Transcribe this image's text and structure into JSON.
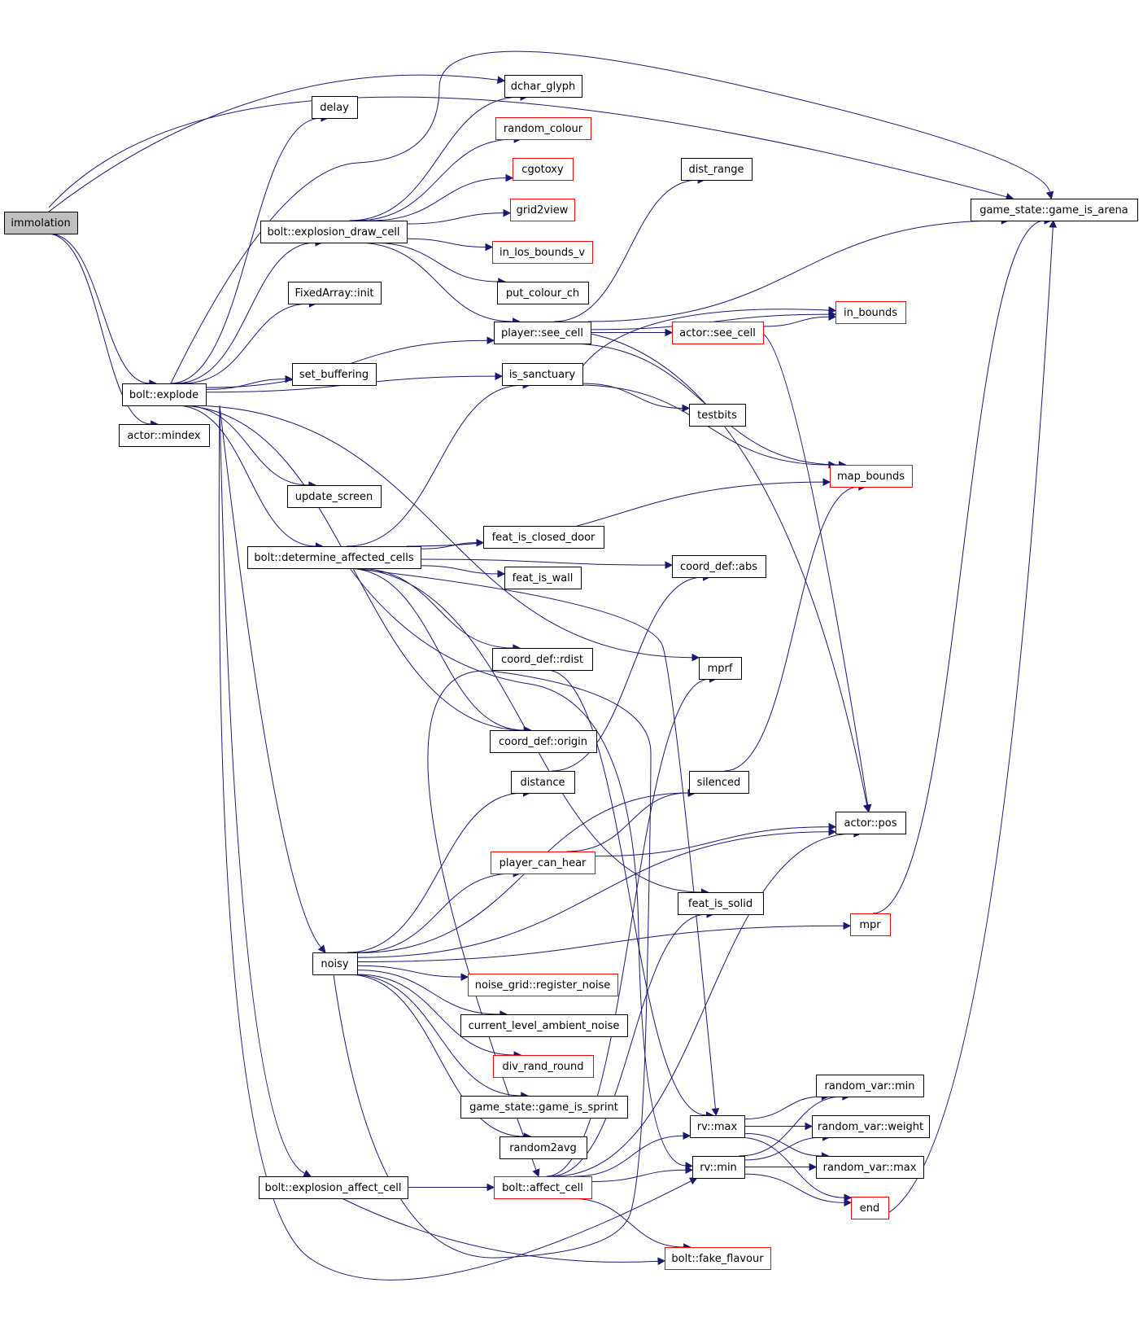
{
  "nodes": [
    {
      "id": "immolation",
      "label": "immolation",
      "style": "root"
    },
    {
      "id": "dchar_glyph",
      "label": "dchar_glyph",
      "style": "plain"
    },
    {
      "id": "delay",
      "label": "delay",
      "style": "plain"
    },
    {
      "id": "random_colour",
      "label": "random_colour",
      "style": "link"
    },
    {
      "id": "cgotoxy",
      "label": "cgotoxy",
      "style": "link"
    },
    {
      "id": "dist_range",
      "label": "dist_range",
      "style": "plain"
    },
    {
      "id": "grid2view",
      "label": "grid2view",
      "style": "link"
    },
    {
      "id": "game_is_arena",
      "label": "game_state::game_is_arena",
      "style": "plain"
    },
    {
      "id": "explosion_draw_cell",
      "label": "bolt::explosion_draw_cell",
      "style": "plain"
    },
    {
      "id": "in_los_bounds_v",
      "label": "in_los_bounds_v",
      "style": "link"
    },
    {
      "id": "put_colour_ch",
      "label": "put_colour_ch",
      "style": "plain"
    },
    {
      "id": "fixedarray_init",
      "label": "FixedArray::init",
      "style": "plain"
    },
    {
      "id": "in_bounds",
      "label": "in_bounds",
      "style": "link"
    },
    {
      "id": "player_see_cell",
      "label": "player::see_cell",
      "style": "plain"
    },
    {
      "id": "actor_see_cell",
      "label": "actor::see_cell",
      "style": "link"
    },
    {
      "id": "set_buffering",
      "label": "set_buffering",
      "style": "plain"
    },
    {
      "id": "is_sanctuary",
      "label": "is_sanctuary",
      "style": "plain"
    },
    {
      "id": "bolt_explode",
      "label": "bolt::explode",
      "style": "plain"
    },
    {
      "id": "testbits",
      "label": "testbits",
      "style": "plain"
    },
    {
      "id": "actor_mindex",
      "label": "actor::mindex",
      "style": "plain"
    },
    {
      "id": "map_bounds",
      "label": "map_bounds",
      "style": "link"
    },
    {
      "id": "update_screen",
      "label": "update_screen",
      "style": "plain"
    },
    {
      "id": "feat_is_closed_door",
      "label": "feat_is_closed_door",
      "style": "plain"
    },
    {
      "id": "determine_affected_cells",
      "label": "bolt::determine_affected_cells",
      "style": "plain"
    },
    {
      "id": "coord_abs",
      "label": "coord_def::abs",
      "style": "plain"
    },
    {
      "id": "feat_is_wall",
      "label": "feat_is_wall",
      "style": "plain"
    },
    {
      "id": "coord_rdist",
      "label": "coord_def::rdist",
      "style": "plain"
    },
    {
      "id": "mprf",
      "label": "mprf",
      "style": "plain"
    },
    {
      "id": "coord_origin",
      "label": "coord_def::origin",
      "style": "plain"
    },
    {
      "id": "distance",
      "label": "distance",
      "style": "plain"
    },
    {
      "id": "silenced",
      "label": "silenced",
      "style": "plain"
    },
    {
      "id": "actor_pos",
      "label": "actor::pos",
      "style": "plain"
    },
    {
      "id": "player_can_hear",
      "label": "player_can_hear",
      "style": "link"
    },
    {
      "id": "feat_is_solid",
      "label": "feat_is_solid",
      "style": "plain"
    },
    {
      "id": "mpr",
      "label": "mpr",
      "style": "link"
    },
    {
      "id": "noisy",
      "label": "noisy",
      "style": "plain"
    },
    {
      "id": "register_noise",
      "label": "noise_grid::register_noise",
      "style": "link"
    },
    {
      "id": "ambient_noise",
      "label": "current_level_ambient_noise",
      "style": "plain"
    },
    {
      "id": "div_rand_round",
      "label": "div_rand_round",
      "style": "link"
    },
    {
      "id": "game_is_sprint",
      "label": "game_state::game_is_sprint",
      "style": "plain"
    },
    {
      "id": "random2avg",
      "label": "random2avg",
      "style": "plain"
    },
    {
      "id": "rv_var_min",
      "label": "random_var::min",
      "style": "plain"
    },
    {
      "id": "rv_max",
      "label": "rv::max",
      "style": "plain"
    },
    {
      "id": "rv_var_weight",
      "label": "random_var::weight",
      "style": "plain"
    },
    {
      "id": "rv_min",
      "label": "rv::min",
      "style": "plain"
    },
    {
      "id": "rv_var_max",
      "label": "random_var::max",
      "style": "plain"
    },
    {
      "id": "explosion_affect_cell",
      "label": "bolt::explosion_affect_cell",
      "style": "plain"
    },
    {
      "id": "bolt_affect_cell",
      "label": "bolt::affect_cell",
      "style": "link"
    },
    {
      "id": "end",
      "label": "end",
      "style": "link"
    },
    {
      "id": "fake_flavour",
      "label": "bolt::fake_flavour",
      "style": "link"
    }
  ],
  "edges": [
    [
      "immolation",
      "dchar_glyph"
    ],
    [
      "immolation",
      "game_is_arena"
    ],
    [
      "immolation",
      "bolt_explode"
    ],
    [
      "immolation",
      "actor_mindex"
    ],
    [
      "bolt_explode",
      "delay"
    ],
    [
      "bolt_explode",
      "game_is_arena"
    ],
    [
      "bolt_explode",
      "explosion_draw_cell"
    ],
    [
      "bolt_explode",
      "fixedarray_init"
    ],
    [
      "bolt_explode",
      "player_see_cell"
    ],
    [
      "bolt_explode",
      "set_buffering"
    ],
    [
      "bolt_explode",
      "is_sanctuary"
    ],
    [
      "bolt_explode",
      "mprf"
    ],
    [
      "bolt_explode",
      "update_screen"
    ],
    [
      "bolt_explode",
      "determine_affected_cells"
    ],
    [
      "bolt_explode",
      "coord_origin"
    ],
    [
      "bolt_explode",
      "noisy"
    ],
    [
      "bolt_explode",
      "explosion_affect_cell"
    ],
    [
      "bolt_explode",
      "rv_min"
    ],
    [
      "explosion_draw_cell",
      "dchar_glyph"
    ],
    [
      "explosion_draw_cell",
      "random_colour"
    ],
    [
      "explosion_draw_cell",
      "cgotoxy"
    ],
    [
      "explosion_draw_cell",
      "grid2view"
    ],
    [
      "explosion_draw_cell",
      "in_los_bounds_v"
    ],
    [
      "explosion_draw_cell",
      "put_colour_ch"
    ],
    [
      "explosion_draw_cell",
      "player_see_cell"
    ],
    [
      "player_see_cell",
      "dist_range"
    ],
    [
      "player_see_cell",
      "game_is_arena"
    ],
    [
      "player_see_cell",
      "in_bounds"
    ],
    [
      "player_see_cell",
      "actor_see_cell"
    ],
    [
      "player_see_cell",
      "map_bounds"
    ],
    [
      "player_see_cell",
      "actor_pos"
    ],
    [
      "actor_see_cell",
      "in_bounds"
    ],
    [
      "actor_see_cell",
      "actor_pos"
    ],
    [
      "is_sanctuary",
      "in_bounds"
    ],
    [
      "is_sanctuary",
      "testbits"
    ],
    [
      "is_sanctuary",
      "map_bounds"
    ],
    [
      "determine_affected_cells",
      "is_sanctuary"
    ],
    [
      "determine_affected_cells",
      "map_bounds"
    ],
    [
      "determine_affected_cells",
      "feat_is_closed_door"
    ],
    [
      "determine_affected_cells",
      "coord_abs"
    ],
    [
      "determine_affected_cells",
      "feat_is_wall"
    ],
    [
      "determine_affected_cells",
      "coord_rdist"
    ],
    [
      "determine_affected_cells",
      "coord_origin"
    ],
    [
      "determine_affected_cells",
      "rv_max"
    ],
    [
      "determine_affected_cells",
      "rv_min"
    ],
    [
      "determine_affected_cells",
      "feat_is_solid"
    ],
    [
      "coord_rdist",
      "rv_max"
    ],
    [
      "distance",
      "coord_abs"
    ],
    [
      "silenced",
      "map_bounds"
    ],
    [
      "player_can_hear",
      "silenced"
    ],
    [
      "player_can_hear",
      "actor_pos"
    ],
    [
      "mpr",
      "game_is_arena"
    ],
    [
      "noisy",
      "distance"
    ],
    [
      "noisy",
      "silenced"
    ],
    [
      "noisy",
      "player_can_hear"
    ],
    [
      "noisy",
      "actor_pos"
    ],
    [
      "noisy",
      "mpr"
    ],
    [
      "noisy",
      "register_noise"
    ],
    [
      "noisy",
      "ambient_noise"
    ],
    [
      "noisy",
      "div_rand_round"
    ],
    [
      "noisy",
      "game_is_sprint"
    ],
    [
      "noisy",
      "random2avg"
    ],
    [
      "noisy",
      "bolt_affect_cell"
    ],
    [
      "explosion_affect_cell",
      "bolt_affect_cell"
    ],
    [
      "explosion_affect_cell",
      "fake_flavour"
    ],
    [
      "bolt_affect_cell",
      "mprf"
    ],
    [
      "bolt_affect_cell",
      "actor_pos"
    ],
    [
      "bolt_affect_cell",
      "feat_is_solid"
    ],
    [
      "bolt_affect_cell",
      "rv_max"
    ],
    [
      "bolt_affect_cell",
      "rv_min"
    ],
    [
      "bolt_affect_cell",
      "fake_flavour"
    ],
    [
      "rv_max",
      "rv_var_min"
    ],
    [
      "rv_max",
      "rv_var_weight"
    ],
    [
      "rv_max",
      "rv_var_max"
    ],
    [
      "rv_max",
      "end"
    ],
    [
      "rv_min",
      "rv_var_min"
    ],
    [
      "rv_min",
      "rv_var_weight"
    ],
    [
      "rv_min",
      "rv_var_max"
    ],
    [
      "rv_min",
      "end"
    ],
    [
      "end",
      "game_is_arena"
    ]
  ],
  "colors": {
    "edge": "#191970",
    "link_border": "#ff0000",
    "root_fill": "#bfbfbf"
  }
}
